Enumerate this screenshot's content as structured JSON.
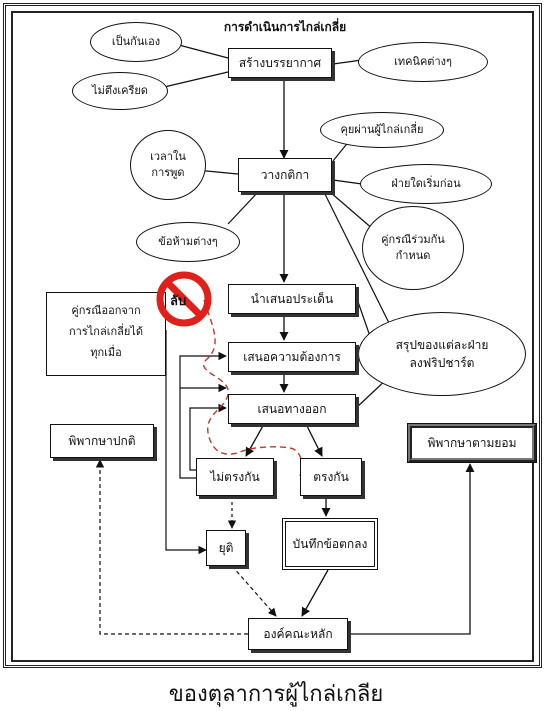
{
  "title": "การดำเนินการไกล่เกลี่ย",
  "caption": "ของตุลาการผู้ไกล่เกลีย",
  "stop_label": "ลับ",
  "nodes": {
    "build_atmosphere": "สร้างบรรยากาศ",
    "set_rules": "วางกติกา",
    "present_issues": "นำเสนอประเด็น",
    "present_needs": "เสนอความต้องการ",
    "present_options": "เสนอทางออก",
    "disagree": "ไม่ตรงกัน",
    "agree": "ตรงกัน",
    "stop": "ยุติ",
    "record_agreement": "บันทึกข้อตกลง",
    "panel": "องค์คณะหลัก",
    "normal_trial": "พิพากษาปกติ",
    "consent_judgment": "พิพากษาตามยอม",
    "withdraw_note": [
      "คู่กรณีออกจาก",
      "การไกล่เกลี่ยได้",
      "ทุกเมื่อ"
    ]
  },
  "ellipses": {
    "be_yourself": "เป็นกันเอง",
    "not_tense": "ไม่ตึงเครียด",
    "techniques": "เทคนิคต่างๆ",
    "through_mediator": "คุยผ่านผู้ไกล่เกลี่ย",
    "speaking_time": [
      "เวลาใน",
      "การพูด"
    ],
    "who_starts": "ฝ่ายใดเริ่มก่อน",
    "prohibitions": "ข้อห้ามต่างๆ",
    "parties_define": [
      "คู่กรณีร่วมกัน",
      "กำหนด"
    ],
    "summary": [
      "สรุปของแต่ละฝ่าย",
      "ลงฟริปชาร์ต"
    ]
  },
  "colors": {
    "line": "#111111",
    "dashed_red": "#c0392b",
    "stop_red": "#e0201b"
  }
}
